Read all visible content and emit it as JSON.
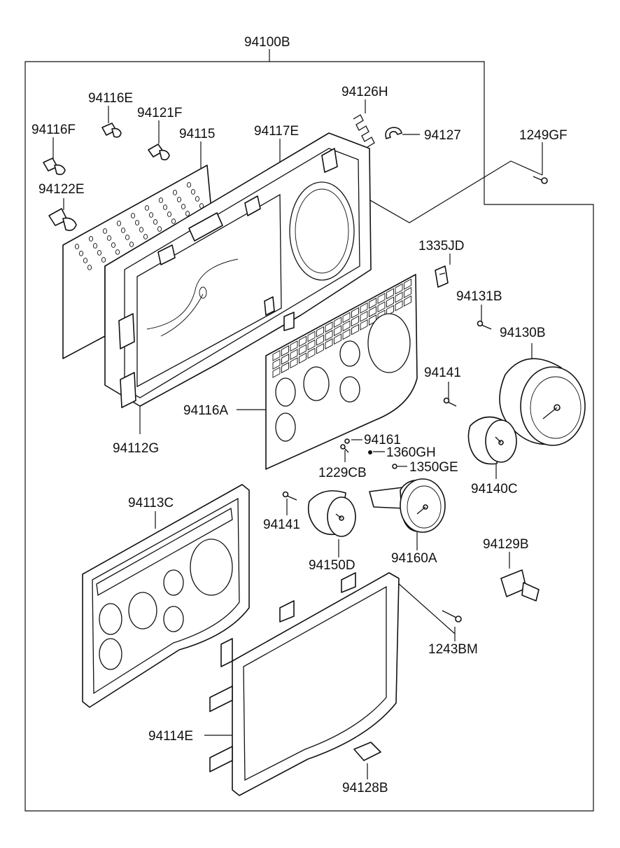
{
  "diagram": {
    "parts": [
      {
        "id": "assembly",
        "label": "94100B"
      },
      {
        "id": "p94116E",
        "label": "94116E"
      },
      {
        "id": "p94121F",
        "label": "94121F"
      },
      {
        "id": "p94116F",
        "label": "94116F"
      },
      {
        "id": "p94115",
        "label": "94115"
      },
      {
        "id": "p94117E",
        "label": "94117E"
      },
      {
        "id": "p94126H",
        "label": "94126H"
      },
      {
        "id": "p94127",
        "label": "94127"
      },
      {
        "id": "p1249GF",
        "label": "1249GF"
      },
      {
        "id": "p94122E",
        "label": "94122E"
      },
      {
        "id": "p1335JD",
        "label": "1335JD"
      },
      {
        "id": "p94131B",
        "label": "94131B"
      },
      {
        "id": "p94130B",
        "label": "94130B"
      },
      {
        "id": "p94141a",
        "label": "94141"
      },
      {
        "id": "p94116A",
        "label": "94116A"
      },
      {
        "id": "p94112G",
        "label": "94112G"
      },
      {
        "id": "p94161",
        "label": "94161"
      },
      {
        "id": "p1360GH",
        "label": "1360GH"
      },
      {
        "id": "p1229CB",
        "label": "1229CB"
      },
      {
        "id": "p1350GE",
        "label": "1350GE"
      },
      {
        "id": "p94140C",
        "label": "94140C"
      },
      {
        "id": "p94113C",
        "label": "94113C"
      },
      {
        "id": "p94141b",
        "label": "94141"
      },
      {
        "id": "p94150D",
        "label": "94150D"
      },
      {
        "id": "p94160A",
        "label": "94160A"
      },
      {
        "id": "p94129B",
        "label": "94129B"
      },
      {
        "id": "p1243BM",
        "label": "1243BM"
      },
      {
        "id": "p94114E",
        "label": "94114E"
      },
      {
        "id": "p94128B",
        "label": "94128B"
      }
    ]
  }
}
